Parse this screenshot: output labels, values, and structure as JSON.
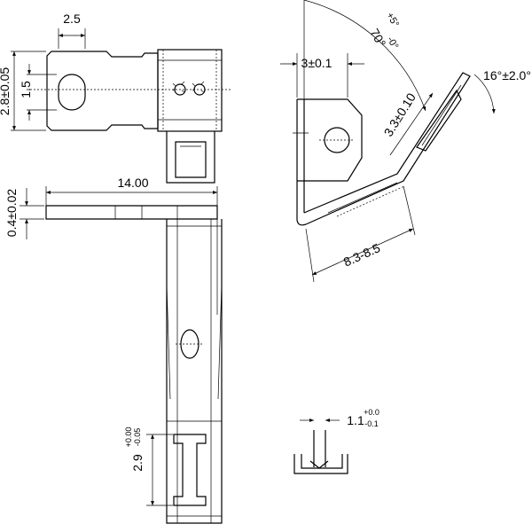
{
  "dimensions": {
    "width_2_5": "2.5",
    "width_1_5": "1.5",
    "height_2_8": "2.8±0.05",
    "length_14": "14.00",
    "thickness_0_4": "0.4±0.02",
    "width_2_9_main": "2.9",
    "width_2_9_tol_upper": "+0.00",
    "width_2_9_tol_lower": "-0.05",
    "hole_3": "3±0.1",
    "angle_70_main": "70°",
    "angle_70_tol_upper": "+5°",
    "angle_70_tol_lower": "-0°",
    "angle_16": "16°±2.0°",
    "dim_3_3": "3.3±0.10",
    "dim_8_3": "8.3-8.5",
    "dim_1_1_main": "1.1",
    "dim_1_1_tol_upper": "+0.0",
    "dim_1_1_tol_lower": "-0.1"
  }
}
